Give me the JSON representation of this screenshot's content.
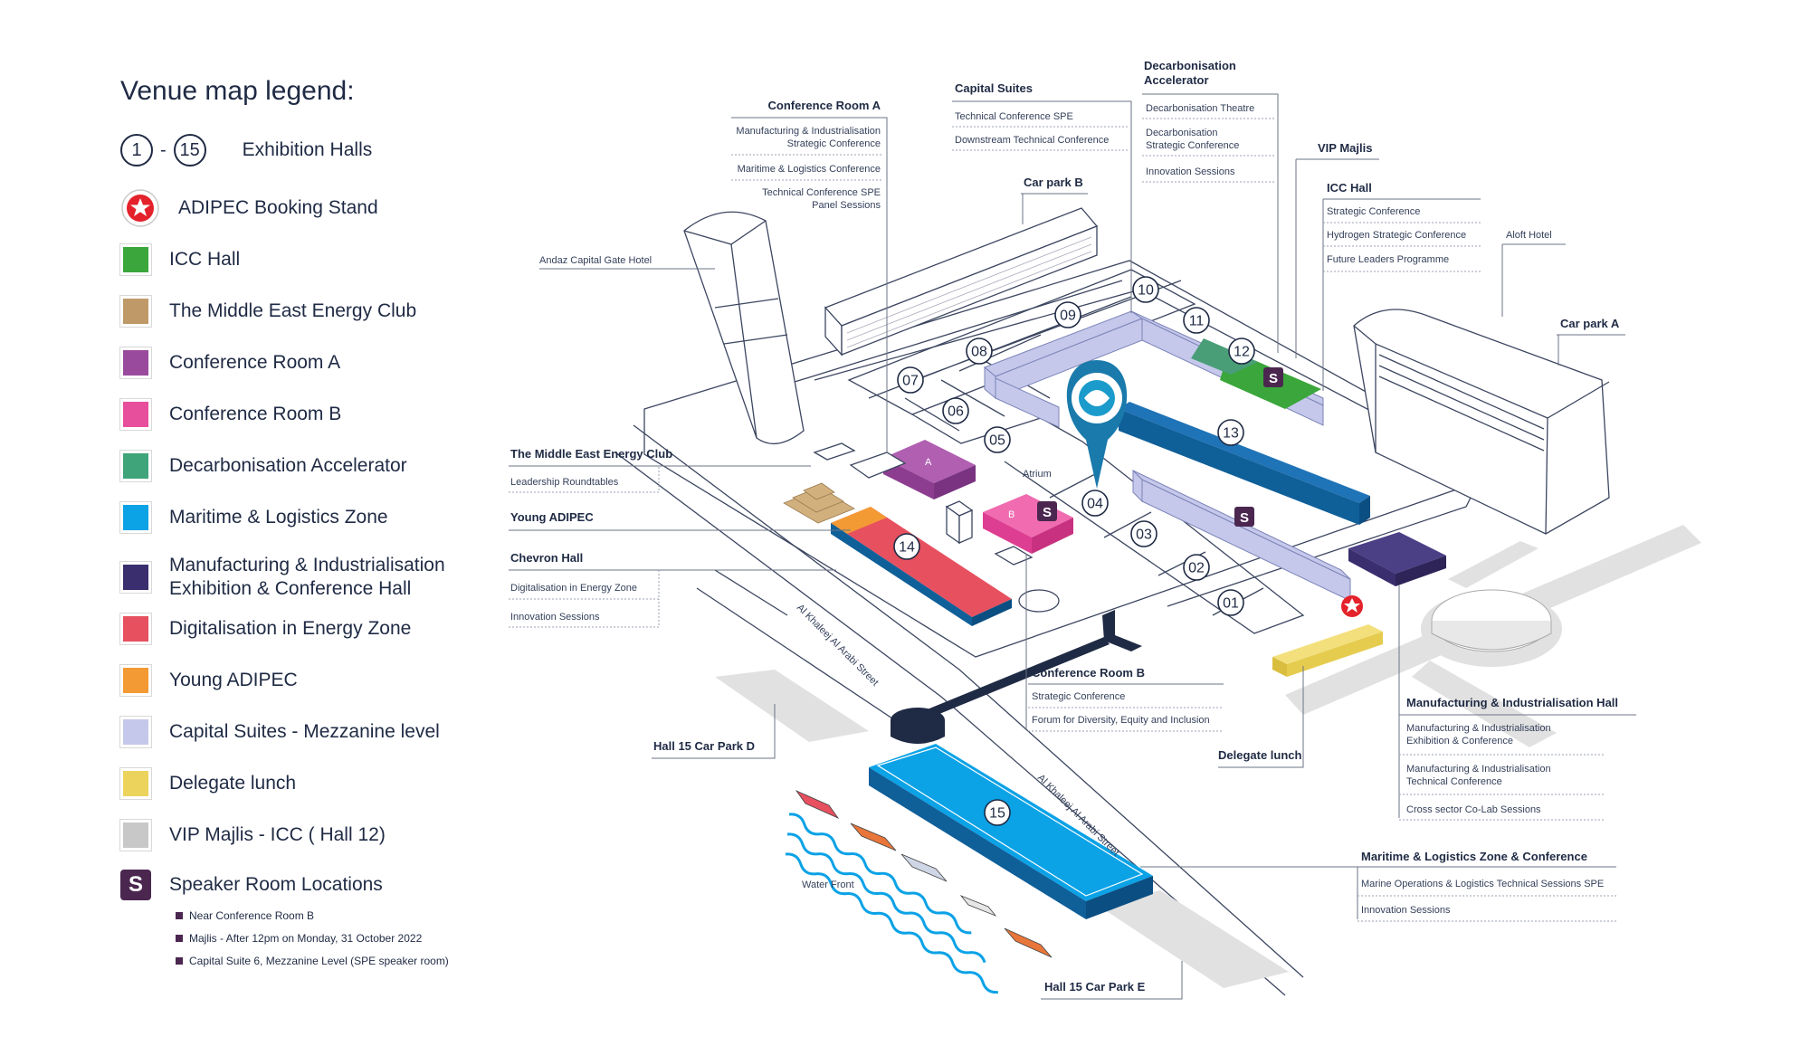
{
  "legend": {
    "title": "Venue map legend:",
    "halls": {
      "from": "1",
      "dash": "-",
      "to": "15",
      "label": "Exhibition Halls"
    },
    "booking": {
      "label": "ADIPEC Booking Stand"
    },
    "items": [
      {
        "label": "ICC Hall",
        "color": "#3aa63b"
      },
      {
        "label": "The Middle East Energy Club",
        "color": "#bf9a68"
      },
      {
        "label": "Conference Room A",
        "color": "#9a4a9d"
      },
      {
        "label": "Conference Room B",
        "color": "#e74f9c"
      },
      {
        "label": "Decarbonisation Accelerator",
        "color": "#3fa47a"
      },
      {
        "label": "Maritime & Logistics  Zone",
        "color": "#0ba2e6"
      },
      {
        "label": "Manufacturing & Industrialisation\nExhibition & Conference Hall",
        "color": "#3a2e6e"
      },
      {
        "label": "Digitalisation in Energy Zone",
        "color": "#e7505f"
      },
      {
        "label": "Young ADIPEC",
        "color": "#f49a34"
      },
      {
        "label": "Capital Suites - Mezzanine level",
        "color": "#c5c8ea"
      },
      {
        "label": "Delegate lunch",
        "color": "#ecd35b"
      },
      {
        "label": "VIP Majlis - ICC ( Hall 12)",
        "color": "#c8c8c8"
      }
    ],
    "speaker": {
      "badge": "S",
      "label": "Speaker Room Locations",
      "notes": [
        "Near Conference Room B",
        "Majlis - After 12pm on Monday, 31 October 2022",
        "Capital Suite 6, Mezzanine Level (SPE speaker room)"
      ]
    }
  },
  "map": {
    "colors": {
      "navy": "#1f2a44",
      "hall_blue": "#0f5f99",
      "icc": "#3aa63b",
      "vip": "#4a9e77",
      "conf_a": "#9a4a9d",
      "conf_b": "#e74f9c",
      "digital": "#e7505f",
      "young": "#f49a34",
      "club": "#bf9a68",
      "capital": "#c5c8ea",
      "lunch": "#ecd35b",
      "maritime": "#0ba2e6",
      "manufacturing": "#3a2e6e",
      "speaker": "#4b2750",
      "booking": "#e4222b",
      "pin": "#1a7aab",
      "parking": "#e1e1e1"
    },
    "halls": [
      "01",
      "02",
      "03",
      "04",
      "05",
      "06",
      "07",
      "08",
      "09",
      "10",
      "11",
      "12",
      "13",
      "14",
      "15"
    ],
    "room_letters": {
      "a": "A",
      "b": "B"
    },
    "atrium": "Atrium",
    "water_front": "Water Front",
    "streets": [
      "Al Khaleej Al Arabi Street",
      "Al Khaleej Al Arabi Street"
    ],
    "callouts": {
      "conf_a": {
        "title": "Conference Room A",
        "items": [
          "Manufacturing & Industrialisation",
          "Strategic Conference",
          "Maritime & Logistics Conference",
          "Technical Conference SPE",
          "Panel Sessions"
        ]
      },
      "capital": {
        "title": "Capital Suites",
        "items": [
          "Technical Conference SPE",
          "Downstream Technical Conference"
        ]
      },
      "decarb": {
        "title1": "Decarbonisation",
        "title2": "Accelerator",
        "items": [
          "Decarbonisation Theatre",
          "Decarbonisation",
          "Strategic Conference",
          "Innovation Sessions"
        ]
      },
      "vip": {
        "title": "VIP Majlis"
      },
      "icc": {
        "title": "ICC Hall",
        "items": [
          "Strategic Conference",
          "Hydrogen Strategic Conference",
          "Future Leaders Programme"
        ]
      },
      "carpark_b": {
        "title": "Car park B"
      },
      "andaz": {
        "title": "Andaz Capital Gate Hotel"
      },
      "aloft": {
        "title": "Aloft Hotel"
      },
      "carpark_a": {
        "title": "Car park A"
      },
      "club": {
        "title": "The Middle East Energy Club",
        "items": [
          "Leadership Roundtables"
        ]
      },
      "young": {
        "title": "Young ADIPEC"
      },
      "chevron": {
        "title": "Chevron Hall",
        "items": [
          "Digitalisation in Energy Zone",
          "Innovation Sessions"
        ]
      },
      "conf_b": {
        "title": "Conference Room B",
        "items": [
          "Strategic Conference",
          "Forum for Diversity, Equity and Inclusion"
        ]
      },
      "lunch": {
        "title": "Delegate lunch"
      },
      "manuf": {
        "title": "Manufacturing & Industrialisation Hall",
        "items": [
          "Manufacturing & Industrialisation",
          "Exhibition & Conference",
          "Manufacturing & Industrialisation",
          "Technical Conference",
          "Cross sector Co-Lab Sessions"
        ]
      },
      "hall15_d": {
        "title": "Hall 15 Car Park D"
      },
      "maritime": {
        "title": "Maritime & Logistics Zone & Conference",
        "items": [
          "Marine Operations & Logistics Technical Sessions SPE",
          "Innovation Sessions"
        ]
      },
      "hall15_e": {
        "title": "Hall 15 Car Park E"
      }
    }
  }
}
